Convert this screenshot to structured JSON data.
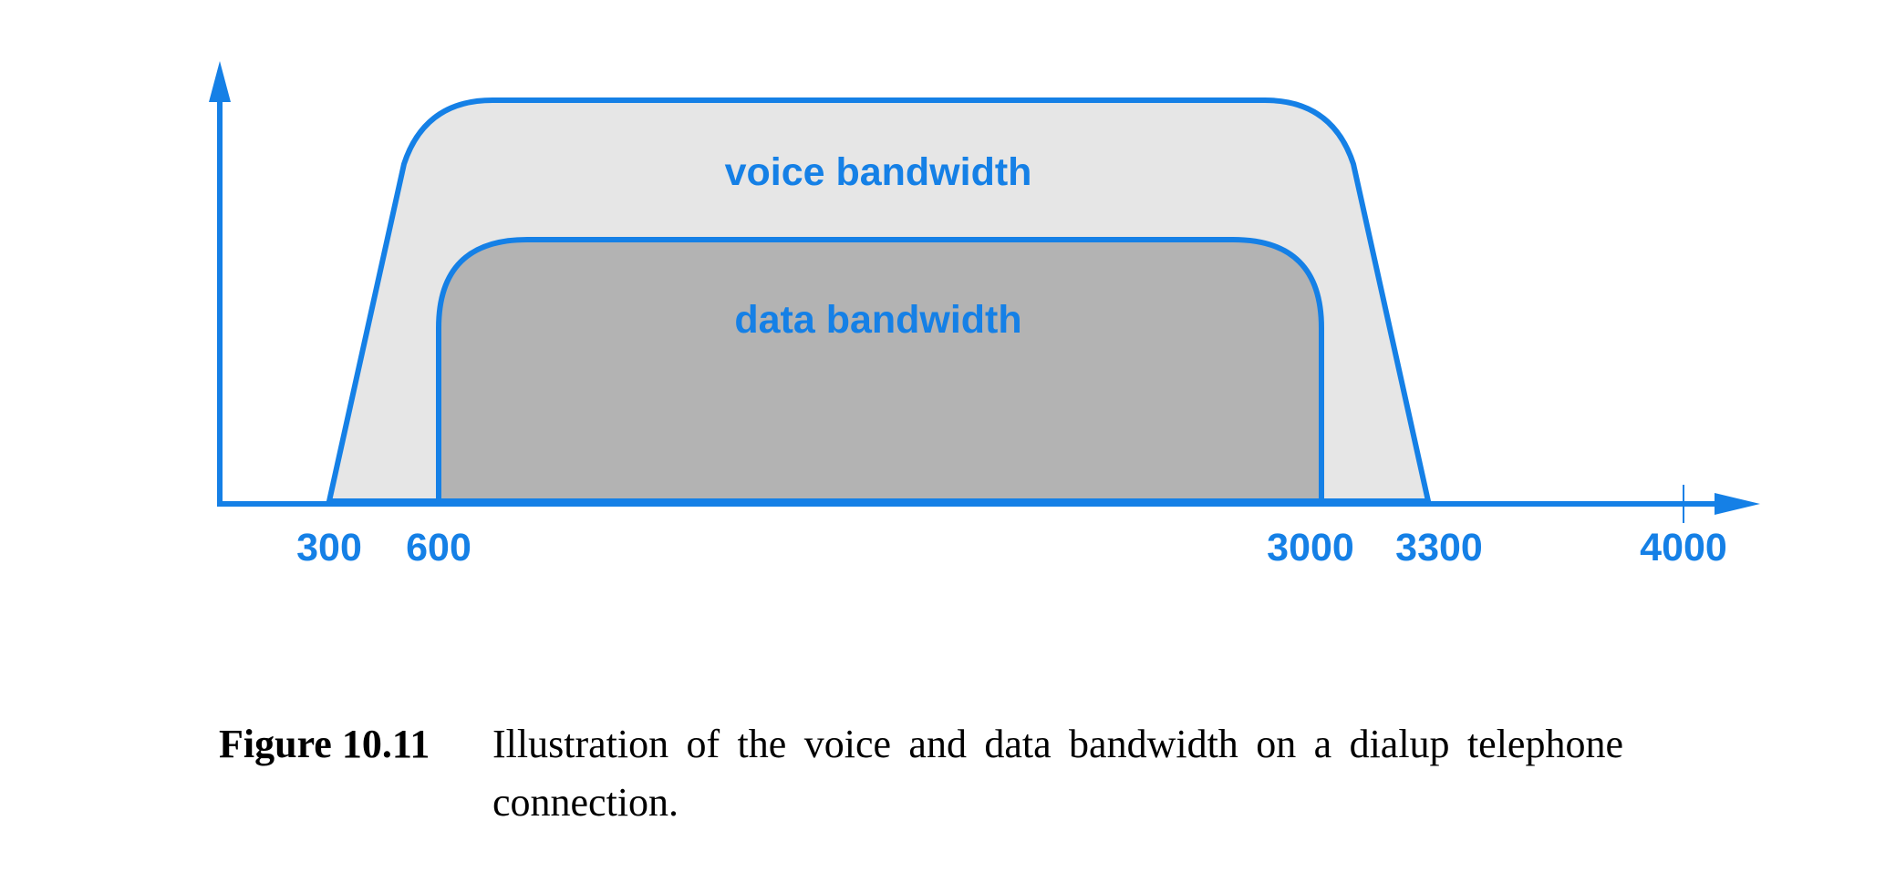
{
  "diagram": {
    "colors": {
      "accent": "#1580e6",
      "voice_fill": "#e6e6e6",
      "data_fill": "#b3b3b3"
    },
    "regions": {
      "voice_label": "voice bandwidth",
      "data_label": "data bandwidth"
    },
    "axis_ticks": [
      {
        "label": "300"
      },
      {
        "label": "600"
      },
      {
        "label": "3000"
      },
      {
        "label": "3300"
      },
      {
        "label": "4000"
      }
    ]
  },
  "caption": {
    "label": "Figure 10.11",
    "text": "Illustration of the voice and data bandwidth on a dialup telephone connection."
  }
}
